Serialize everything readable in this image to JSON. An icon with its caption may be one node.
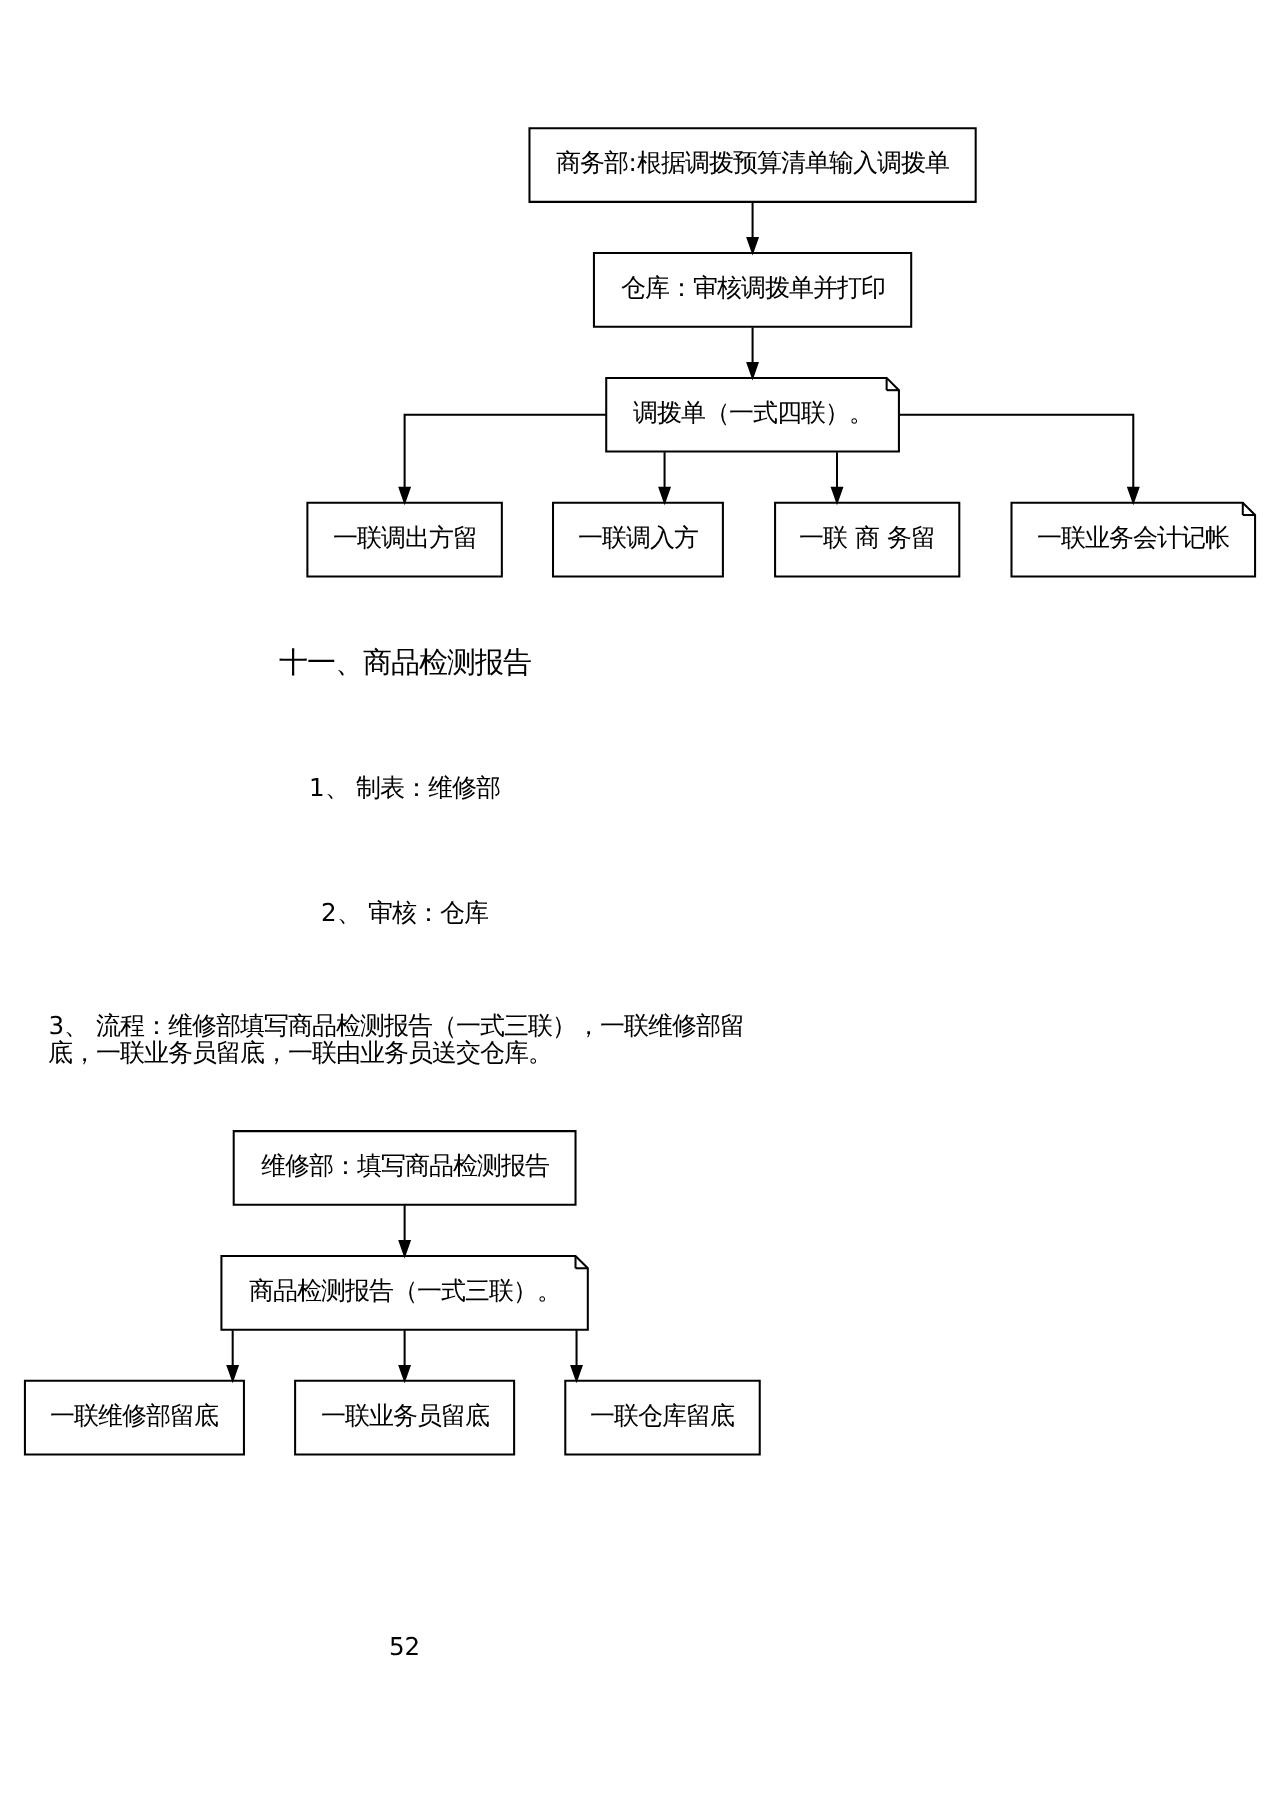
{
  "diagram": {
    "nodes": [
      {
        "text": [
          "商务部:根据调拨预算清单输入调拨单"
        ]
      },
      {
        "text": [
          "仓库：审核调拨单并打印"
        ]
      },
      {
        "text": [
          "调拨单（一式四联）。"
        ]
      },
      {
        "text": [
          "一联调出方留"
        ]
      },
      {
        "text": [
          "一联调入方"
        ]
      },
      {
        "text": [
          "一联 商 务留"
        ]
      },
      {
        "text": [
          "一联业务会计记帐"
        ]
      },
      {
        "text": [
          "维修部：填写商品检测报告"
        ]
      },
      {
        "text": [
          "商品检测报告（一式三联）。"
        ]
      },
      {
        "text": [
          "一联维修部留底"
        ]
      },
      {
        "text": [
          "一联业务员留底"
        ]
      },
      {
        "text": [
          "一联仓库留底"
        ]
      }
    ],
    "edges": [
      {
        "from": 0,
        "to": 1,
        "arrow": "to"
      },
      {
        "from": 1,
        "to": 2,
        "arrow": "to"
      },
      {
        "from": 2,
        "to": 3,
        "arrow": "to"
      },
      {
        "from": 2,
        "to": 4,
        "arrow": "to"
      },
      {
        "from": 2,
        "to": 5,
        "arrow": "to"
      },
      {
        "from": 2,
        "to": 6,
        "arrow": "to"
      },
      {
        "from": 7,
        "to": 8,
        "arrow": "to"
      },
      {
        "from": 8,
        "to": 9,
        "arrow": "to"
      },
      {
        "from": 8,
        "to": 10,
        "arrow": "to"
      },
      {
        "from": 8,
        "to": 11,
        "arrow": "to"
      }
    ],
    "labels": [
      "十一、商品检测报告",
      "1、 制表：维修部",
      "2、 审核：仓库",
      "3、 流程：维修部填写商品检测报告（一式三联），一联维修部留底，一联业务员留底，一联由业务员送交仓库。",
      "52"
    ]
  }
}
